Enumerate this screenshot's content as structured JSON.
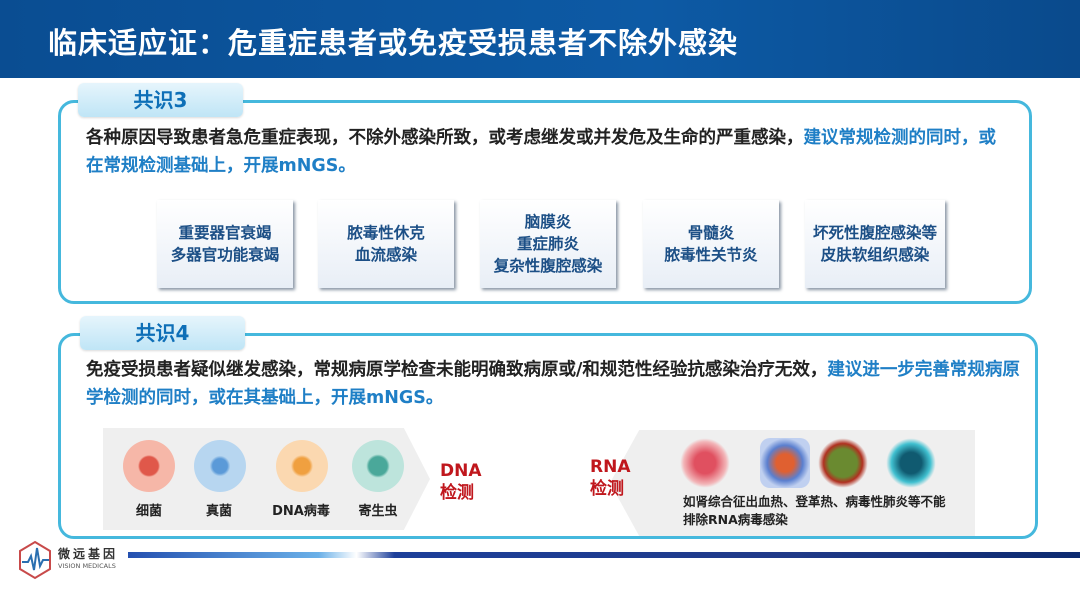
{
  "title": "临床适应证：危重症患者或免疫受损患者不除外感染",
  "consensus3": {
    "label": "共识3",
    "text": "各种原因导致患者急危重症表现，不除外感染所致，或考虑继发或并发危及生命的严重感染，",
    "highlight": "建议常规检测的同时，或在常规检测基础上，开展mNGS。",
    "cards": [
      [
        "重要器官衰竭",
        "多器官功能衰竭"
      ],
      [
        "脓毒性休克",
        "血流感染"
      ],
      [
        "脑膜炎",
        "重症肺炎",
        "复杂性腹腔感染"
      ],
      [
        "骨髓炎",
        "脓毒性关节炎"
      ],
      [
        "坏死性腹腔感染等",
        "皮肤软组织感染"
      ]
    ]
  },
  "consensus4": {
    "label": "共识4",
    "text": "免疫受损患者疑似继发感染，常规病原学检查未能明确致病原或/和规范性经验抗感染治疗无效，",
    "highlight": "建议进一步完善常规病原学检测的同时，或在其基础上，开展mNGS。",
    "dna": {
      "organisms": [
        "细菌",
        "真菌",
        "DNA病毒",
        "寄生虫"
      ],
      "label1": "DNA",
      "label2": "检测"
    },
    "rna": {
      "label1": "RNA",
      "label2": "检测",
      "note1": "如肾综合征出血热、登革热、病毒性肺炎等不能",
      "note2": "排除RNA病毒感染"
    }
  },
  "logo": {
    "name": "微远基因",
    "en": "VISION MEDICALS"
  },
  "colors": {
    "title_bg": "#0b4d92",
    "border": "#45b8dd",
    "highlight": "#1f7fc6",
    "red": "#c0171d"
  }
}
